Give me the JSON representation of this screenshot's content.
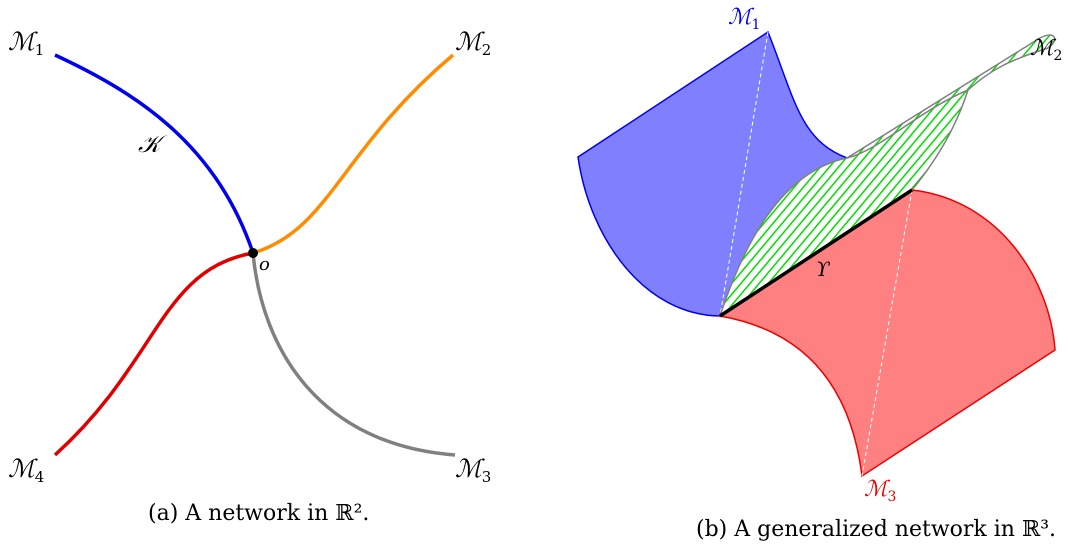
{
  "left_panel": {
    "caption": "(a) A network in ℝ².",
    "labels": {
      "m1": {
        "base": "ℳ",
        "sub": "1"
      },
      "m2": {
        "base": "ℳ",
        "sub": "2"
      },
      "m3": {
        "base": "ℳ",
        "sub": "3"
      },
      "m4": {
        "base": "ℳ",
        "sub": "4"
      },
      "k": "𝒦",
      "o": "o"
    },
    "curve_colors": {
      "m1": "#0000ee",
      "m2": "#ff8c00",
      "m3": "#808080",
      "m4": "#e00000"
    }
  },
  "right_panel": {
    "caption": "(b) A generalized network in ℝ³.",
    "labels": {
      "m1": {
        "base": "ℳ",
        "sub": "1"
      },
      "m2": {
        "base": "ℳ",
        "sub": "2"
      },
      "m3": {
        "base": "ℳ",
        "sub": "3"
      },
      "upsilon": "ϒ"
    },
    "colors": {
      "m1_fill": "#8080ff",
      "m1_stroke": "#0000ee",
      "m2_fill": "#00ee00",
      "m3_fill": "#ff8080",
      "m3_stroke": "#ee0000",
      "spine": "#000000"
    }
  }
}
